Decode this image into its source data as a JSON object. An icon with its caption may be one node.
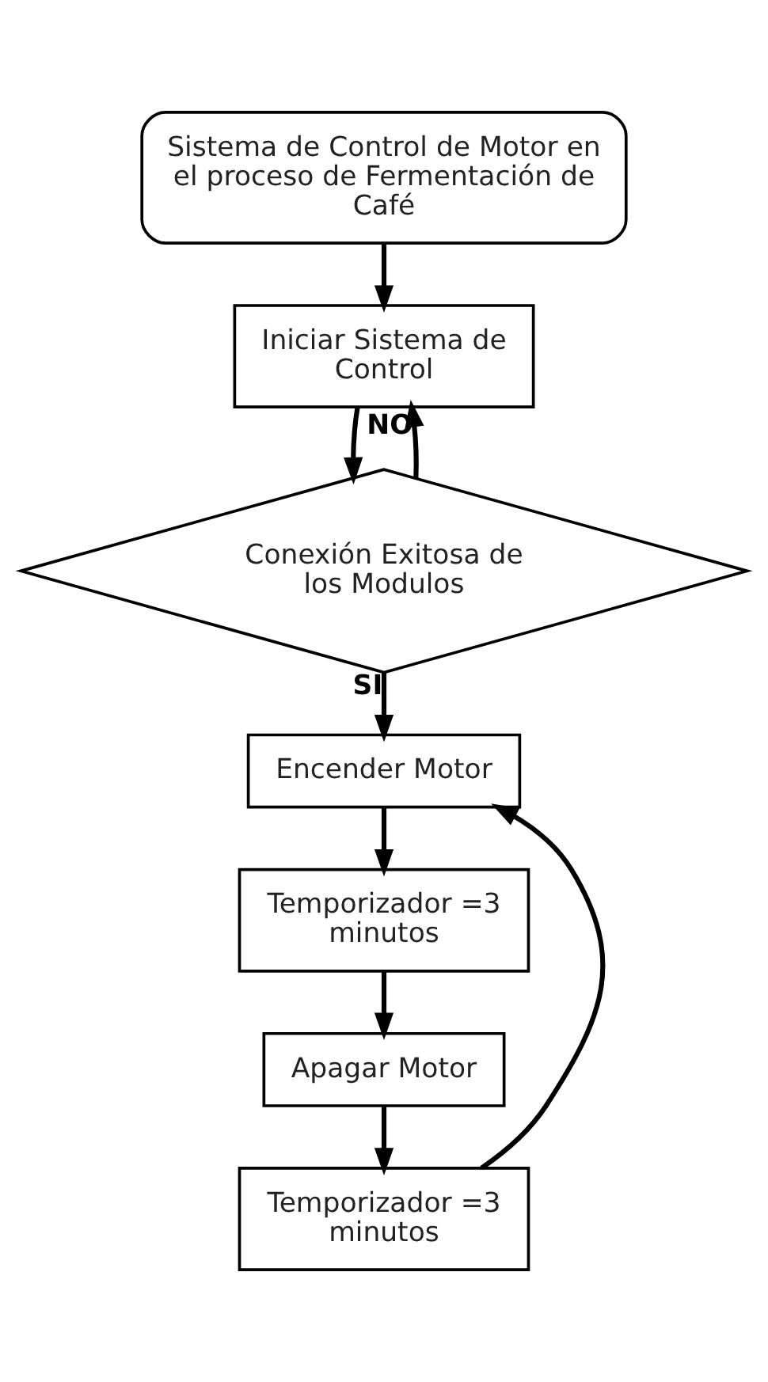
{
  "diagram": {
    "nodes": [
      {
        "text": [
          "Sistema de Control de Motor en el proceso de Fermentación de Café"
        ]
      },
      {
        "text": [
          "Iniciar Sistema de Control"
        ]
      },
      {
        "text": [
          "Conexión Exitosa de los Modulos"
        ]
      },
      {
        "text": [
          "Encender Motor"
        ]
      },
      {
        "text": [
          "Temporizador =3 minutos"
        ]
      },
      {
        "text": [
          "Apagar Motor"
        ]
      },
      {
        "text": [
          "Temporizador =3 minutos"
        ]
      }
    ],
    "edges": [
      {
        "from": 0,
        "to": 1,
        "arrow": "to"
      },
      {
        "from": 1,
        "to": 2,
        "arrow": "to"
      },
      {
        "from": 2,
        "to": 3,
        "arrow": "to",
        "label": "SI"
      },
      {
        "from": 2,
        "to": 1,
        "arrow": "to",
        "label": "NO"
      },
      {
        "from": 3,
        "to": 4,
        "arrow": "to"
      },
      {
        "from": 4,
        "to": 5,
        "arrow": "to"
      },
      {
        "from": 5,
        "to": 6,
        "arrow": "to"
      },
      {
        "from": 6,
        "to": 3,
        "arrow": "to"
      }
    ]
  }
}
